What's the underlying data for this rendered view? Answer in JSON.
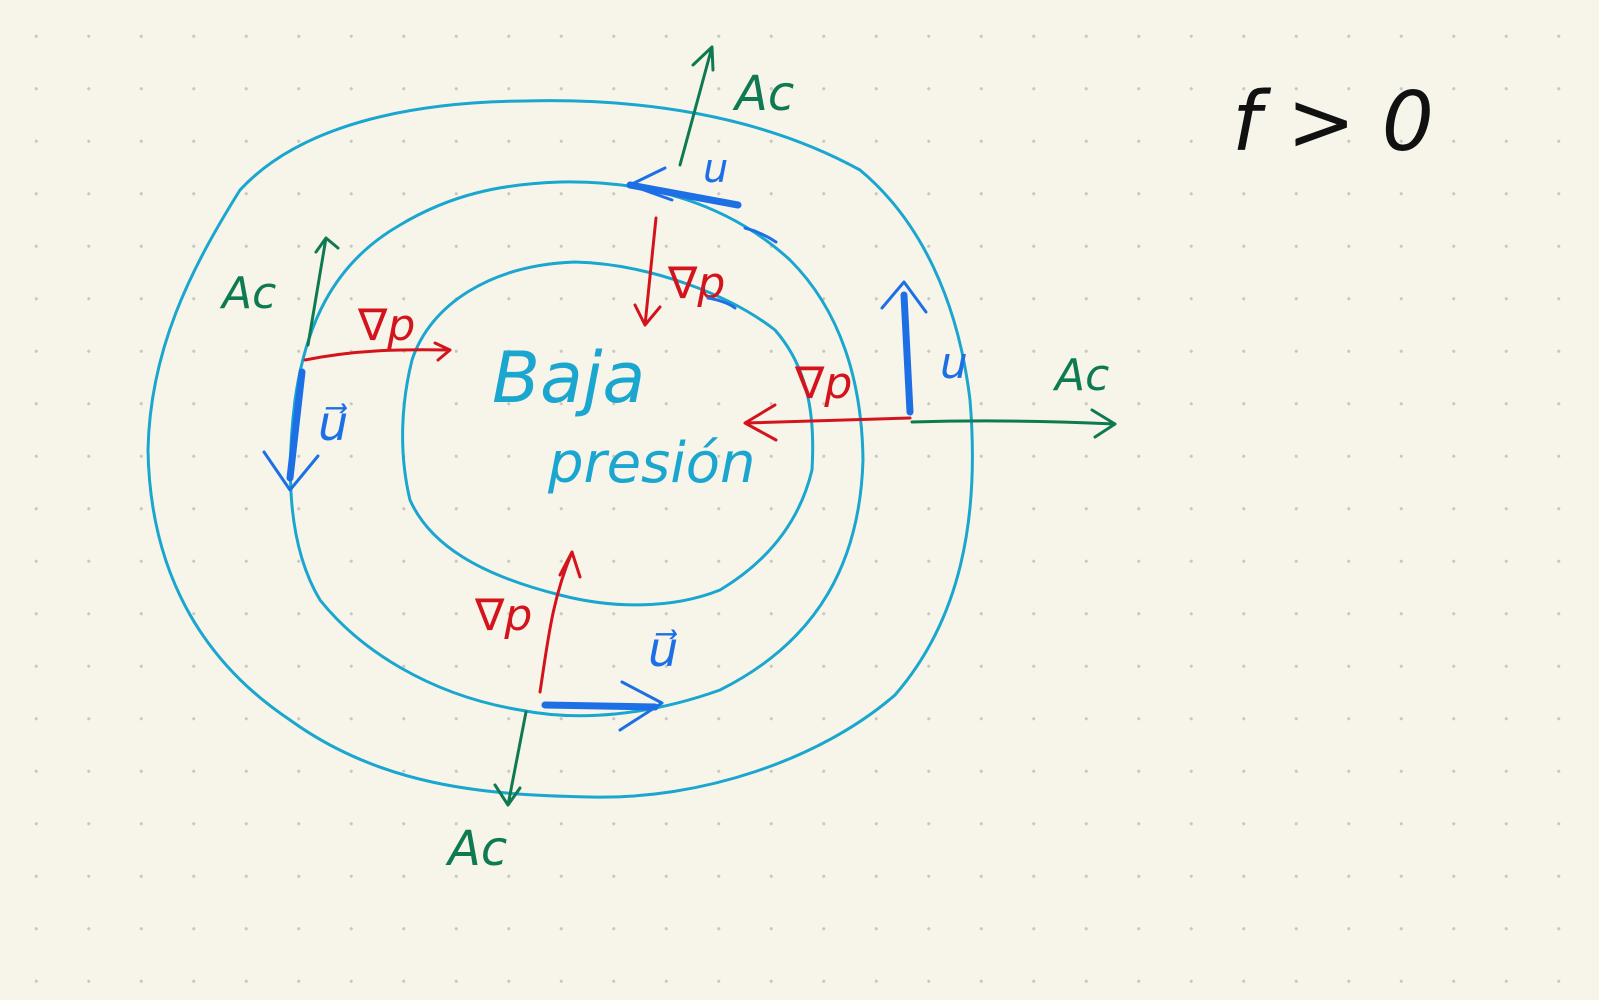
{
  "condition": "f > 0",
  "center_label": {
    "line1": "Baja",
    "line2": "presión"
  },
  "labels": {
    "ageostrophic": "Ac",
    "pressure_gradient": "∇p",
    "velocity": "u",
    "velocity_vector": "u⃗"
  },
  "colors": {
    "background": "#f7f5ea",
    "isobars": "#1aa6cf",
    "ageostrophic": "#0f7a52",
    "pressure_gradient": "#d4141c",
    "velocity": "#1d6fe6",
    "ink": "#111111"
  }
}
